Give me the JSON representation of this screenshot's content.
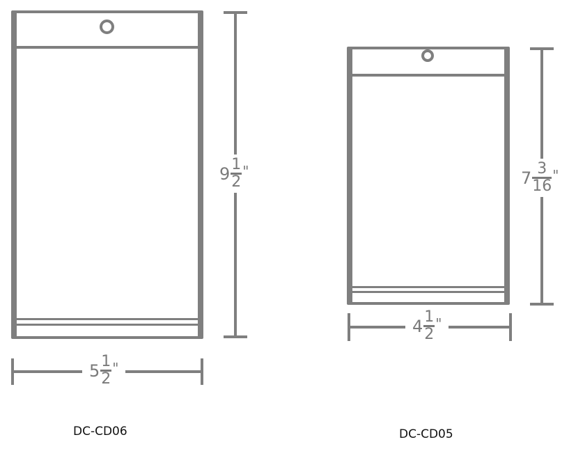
{
  "products": [
    {
      "model": "DC-CD06",
      "height": {
        "whole": "9",
        "numerator": "1",
        "denominator": "2",
        "unit": "\""
      },
      "width": {
        "whole": "5",
        "numerator": "1",
        "denominator": "2",
        "unit": "\""
      }
    },
    {
      "model": "DC-CD05",
      "height": {
        "whole": "7",
        "numerator": "3",
        "denominator": "16",
        "unit": "\""
      },
      "width": {
        "whole": "4",
        "numerator": "1",
        "denominator": "2",
        "unit": "\""
      }
    }
  ],
  "colors": {
    "line": "#7f7f7f",
    "text_dimension": "#7a7a7a",
    "text_model": "#111111",
    "background": "#ffffff"
  }
}
